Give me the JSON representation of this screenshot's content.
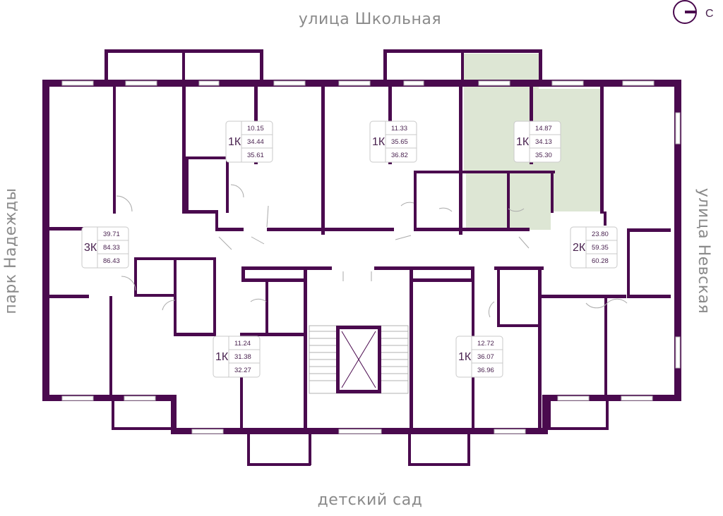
{
  "streets": {
    "top": "улица Школьная",
    "bottom": "детский сад",
    "left": "парк Надежды",
    "right": "улица Невская"
  },
  "compass": {
    "label": "С"
  },
  "colors": {
    "wall": "#4a0a4e",
    "selected": "#dde6d4",
    "text": "#4a2350"
  },
  "apartments": [
    {
      "id": "apt-1",
      "rooms": "1К",
      "areas": [
        "10.15",
        "34.44",
        "35.61"
      ],
      "selected": false
    },
    {
      "id": "apt-2",
      "rooms": "1К",
      "areas": [
        "11.33",
        "35.65",
        "36.82"
      ],
      "selected": false
    },
    {
      "id": "apt-3",
      "rooms": "1К",
      "areas": [
        "14.87",
        "34.13",
        "35.30"
      ],
      "selected": true
    },
    {
      "id": "apt-4",
      "rooms": "3К",
      "areas": [
        "39.71",
        "84.33",
        "86.43"
      ],
      "selected": false
    },
    {
      "id": "apt-5",
      "rooms": "2К",
      "areas": [
        "23.80",
        "59.35",
        "60.28"
      ],
      "selected": false
    },
    {
      "id": "apt-6",
      "rooms": "1К",
      "areas": [
        "11.24",
        "31.38",
        "32.27"
      ],
      "selected": false
    },
    {
      "id": "apt-7",
      "rooms": "1К",
      "areas": [
        "12.72",
        "36.07",
        "36.96"
      ],
      "selected": false
    }
  ]
}
